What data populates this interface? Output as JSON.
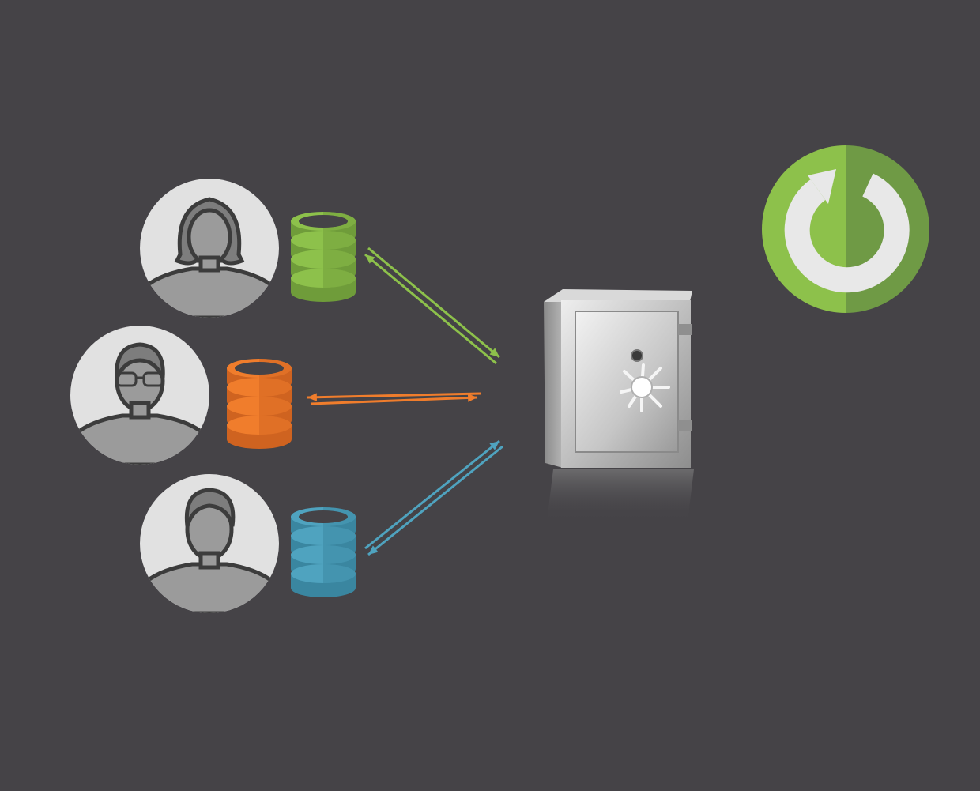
{
  "background": "#454347",
  "users": [
    {
      "id": "user-woman",
      "avatar": "woman-avatar-icon",
      "database_color": "#8dc14b",
      "database_color_dark": "#6f9c3a",
      "arrow_color": "#8dc14b"
    },
    {
      "id": "user-man-glasses",
      "avatar": "man-with-glasses-avatar-icon",
      "database_color": "#f07d2c",
      "database_color_dark": "#cf6320",
      "arrow_color": "#f07d2c"
    },
    {
      "id": "user-man",
      "avatar": "man-avatar-icon",
      "database_color": "#4fa3bf",
      "database_color_dark": "#3a86a0",
      "arrow_color": "#4fa3bf"
    }
  ],
  "vault": {
    "icon": "safe-vault-icon"
  },
  "sync": {
    "icon": "refresh-sync-icon",
    "color_light": "#8dc14b",
    "color_dark": "#6f9a45",
    "arrow_color": "#e8e8e8"
  },
  "avatar_colors": {
    "circle": "#e1e1e1",
    "figure": "#9b9b9b",
    "outline": "#3c3c3c"
  }
}
